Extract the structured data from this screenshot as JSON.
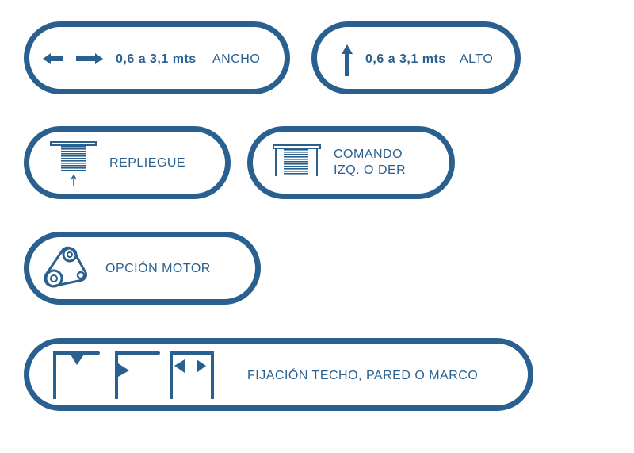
{
  "width": {
    "value": "0,6 a 3,1 mts",
    "label": "ANCHO",
    "icon": "double-arrow-horizontal-icon"
  },
  "height": {
    "value": "0,6 a 3,1 mts",
    "label": "ALTO",
    "icon": "arrow-up-icon"
  },
  "stack": {
    "label": "REPLIEGUE",
    "icon": "blind-stack-icon"
  },
  "control": {
    "line1": "COMANDO",
    "line2": "IZQ. O DER",
    "icon": "blind-control-icon"
  },
  "motor": {
    "label": "OPCIÓN MOTOR",
    "icon": "belt-pulley-icon"
  },
  "mounting": {
    "label": "FIJACIÓN TECHO, PARED O MARCO",
    "icons": [
      "ceiling-mount-icon",
      "wall-mount-icon",
      "frame-mount-icon"
    ]
  },
  "colors": {
    "primary": "#2a6090"
  }
}
